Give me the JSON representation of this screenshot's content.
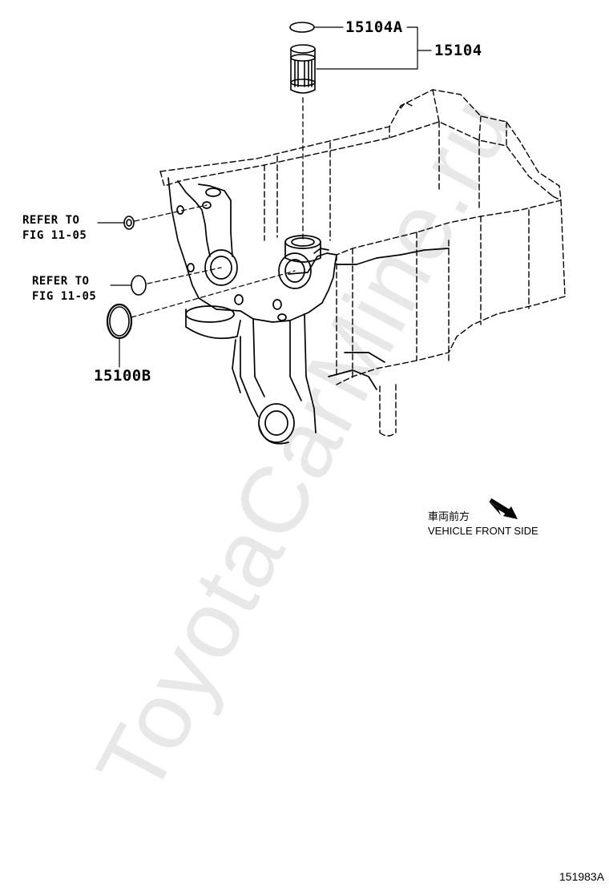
{
  "callouts": {
    "part_15104A": "15104A",
    "part_15104": "15104",
    "part_15100B": "15100B",
    "refer_top_line1": "REFER TO",
    "refer_top_line2": "FIG 11-05",
    "refer_mid_line1": "REFER TO",
    "refer_mid_line2": "FIG 11-05"
  },
  "orientation": {
    "japanese": "車両前方",
    "english": "VEHICLE FRONT SIDE"
  },
  "figure_code": "151983A",
  "watermark": "ToyotaCarMine.ru",
  "colors": {
    "line": "#000000",
    "watermark": "#d8d8d8"
  }
}
